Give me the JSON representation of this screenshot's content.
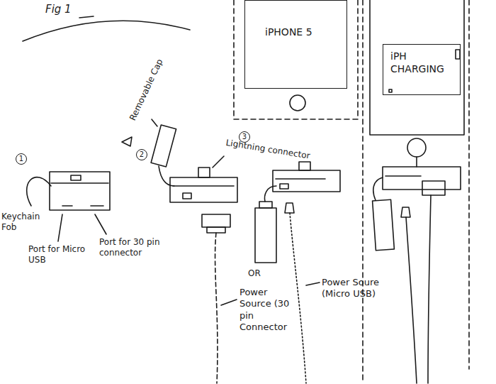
{
  "diagram": {
    "title": "Fig 1",
    "nodes": [
      {
        "text": [
          "iPHONE 5"
        ]
      },
      {
        "text": [
          "iPH CHARGING"
        ]
      }
    ],
    "labels": [
      "1",
      "Keychain Fob",
      "Port for Micro USB",
      "Port for 30 pin connector",
      "Removable Cap",
      "2",
      "Lightning connector",
      "3",
      "OR",
      "Power Source (30 pin Connector",
      "Power Soure (Micro USB)"
    ]
  }
}
